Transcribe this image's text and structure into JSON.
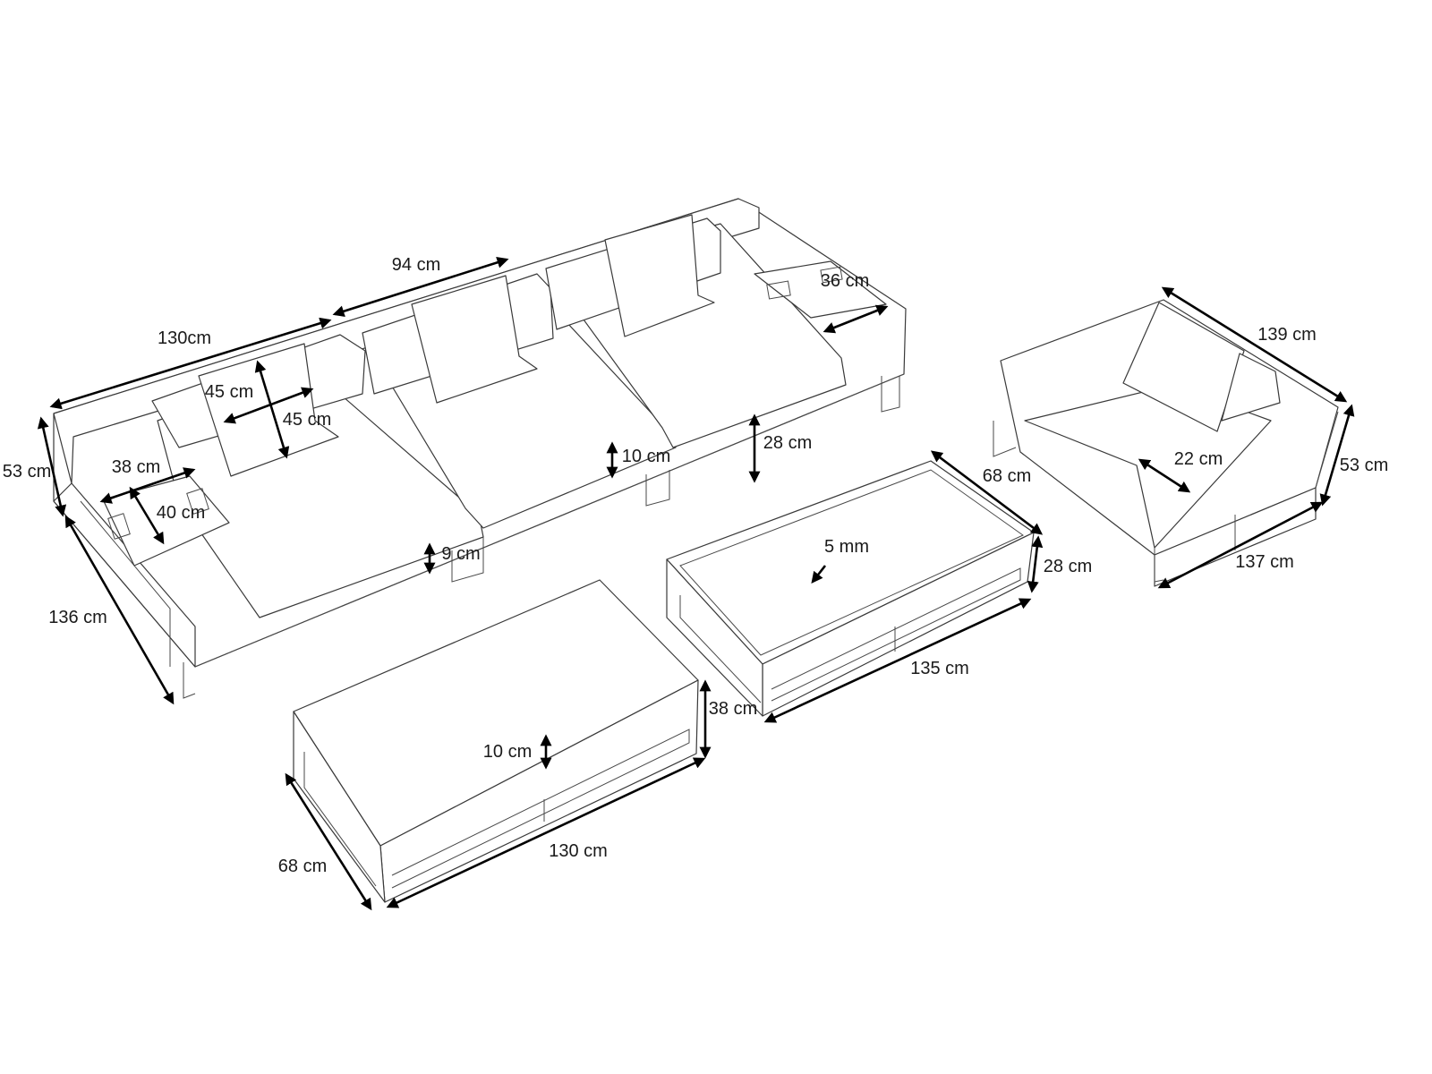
{
  "drawing": {
    "sofa": {
      "total_length_left": "130cm",
      "total_length_mid": "94 cm",
      "depth": "136 cm",
      "height": "53 cm",
      "cushion_w": "45 cm",
      "cushion_h": "45 cm",
      "tray_w": "38 cm",
      "tray_d": "40 cm",
      "side_table": "36 cm",
      "seat_thickness": "10 cm",
      "seat_height": "28 cm",
      "leg_height": "9 cm"
    },
    "coffee_table": {
      "depth": "68 cm",
      "glass": "5 mm",
      "height": "28 cm",
      "length": "135 cm"
    },
    "ottoman": {
      "height": "38 cm",
      "cushion": "10 cm",
      "depth": "68 cm",
      "length": "130 cm"
    },
    "armchair": {
      "length": "139 cm",
      "height": "53 cm",
      "arm": "22 cm",
      "depth": "137 cm"
    }
  }
}
